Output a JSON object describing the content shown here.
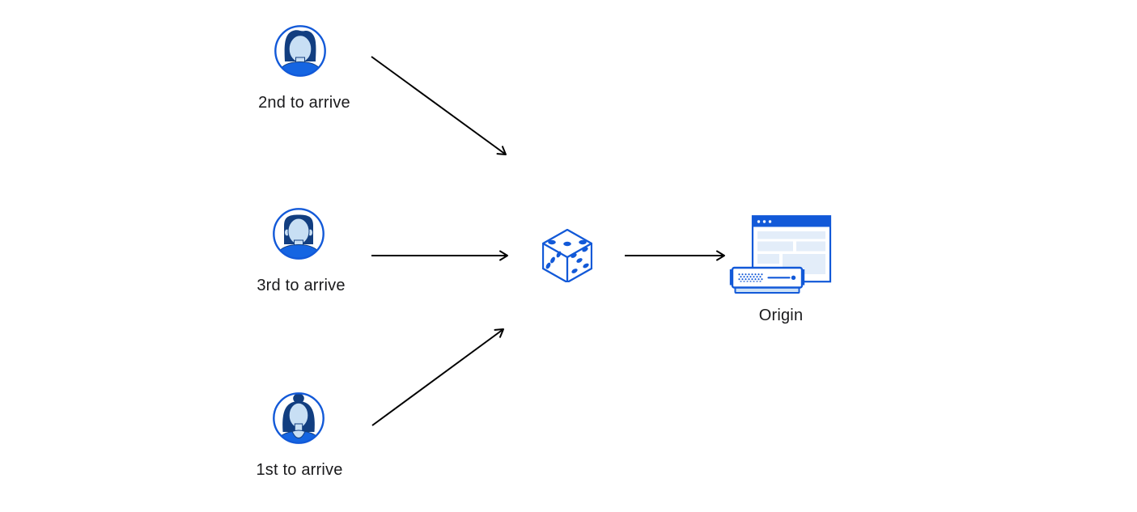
{
  "diagram": {
    "visitors": [
      {
        "label": "2nd to arrive",
        "icon": "avatar-man-swoosh-hair-icon"
      },
      {
        "label": "3rd to arrive",
        "icon": "avatar-man-flat-hair-icon"
      },
      {
        "label": "1st to arrive",
        "icon": "avatar-woman-bun-hair-icon"
      }
    ],
    "random_selector": {
      "icon": "dice-icon"
    },
    "origin": {
      "label": "Origin",
      "icon": "origin-server-browser-icon"
    },
    "connections": [
      {
        "from": "2nd to arrive",
        "to": "dice"
      },
      {
        "from": "3rd to arrive",
        "to": "dice"
      },
      {
        "from": "1st to arrive",
        "to": "dice"
      },
      {
        "from": "dice",
        "to": "Origin"
      }
    ],
    "colors": {
      "primary_blue": "#1259d8",
      "navy": "#123e80",
      "face_blue": "#c8dff4",
      "shirt_blue": "#1565e2",
      "panel_blue": "#e3edf9",
      "base_blue": "#cfe2f6",
      "arrow": "#000000",
      "text": "#1a1a1c",
      "background": "#ffffff"
    }
  }
}
